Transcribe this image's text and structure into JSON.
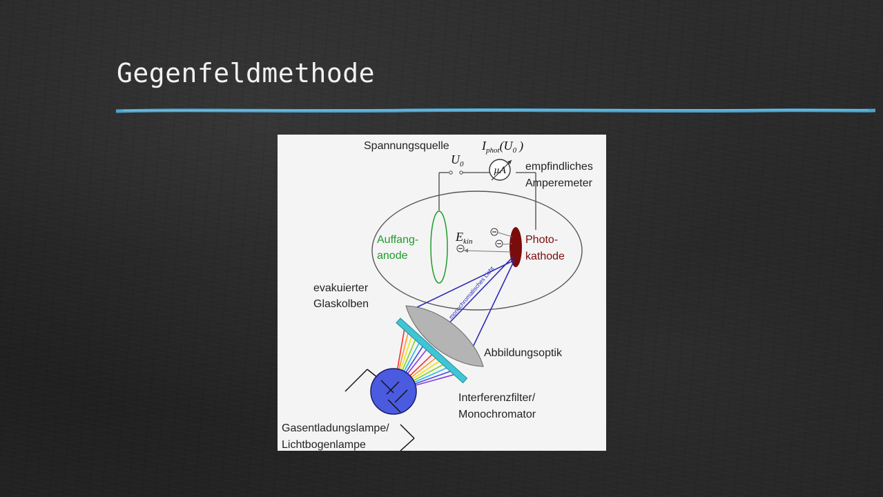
{
  "slide": {
    "title": "Gegenfeldmethode",
    "accent_color": "#4fb3e0"
  },
  "diagram": {
    "labels": {
      "voltage_source": "Spannungsquelle",
      "voltage_symbol": "U",
      "voltage_subscript": "0",
      "current_symbol": "I",
      "current_subscript": "phot",
      "current_arg": "(U",
      "current_arg_subscript": "0",
      "current_close": ")",
      "ammeter_symbol": "µA",
      "ammeter_line1": "empfindliches",
      "ammeter_line2": "Amperemeter",
      "anode_line1": "Auffang-",
      "anode_line2": "anode",
      "energy_symbol": "E",
      "energy_subscript": "kin",
      "cathode_line1": "Photo-",
      "cathode_line2": "kathode",
      "bulb_line1": "evakuierter",
      "bulb_line2": "Glaskolben",
      "light_beam": "monochromatisches Licht",
      "optics": "Abbildungsoptik",
      "filter_line1": "Interferenzfilter/",
      "filter_line2": "Monochromator",
      "lamp_line1": "Gasentladungslampe/",
      "lamp_line2": "Lichtbogenlampe"
    },
    "colors": {
      "anode": "#1f9a2a",
      "cathode": "#7a0c0c",
      "beam": "#2a2ab8",
      "lamp": "#4a5be0",
      "filter": "#3fc6d6",
      "lens": "#b4b4b4"
    },
    "spectrum_colors": [
      "#ff2a2a",
      "#ff9a1a",
      "#f2e21a",
      "#7ed321",
      "#2ab8e8",
      "#3a4de0",
      "#8a3ae0"
    ]
  }
}
